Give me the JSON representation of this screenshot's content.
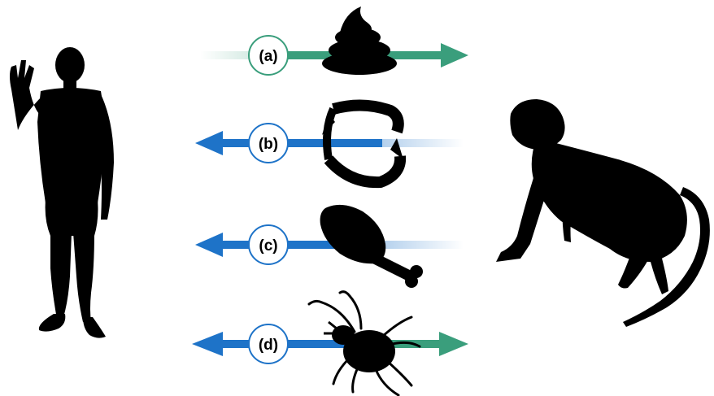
{
  "colors": {
    "green": "#3a9e7c",
    "blue": "#1e73c8",
    "silhouette": "#000000",
    "circle_fill": "#ffffff"
  },
  "figures": {
    "left": "human-silhouette",
    "right": "monkey-silhouette"
  },
  "rows": [
    {
      "label": "(a)",
      "icon": "feces-icon",
      "direction": "human-to-monkey",
      "color": "green"
    },
    {
      "label": "(b)",
      "icon": "bite-jaw-icon",
      "direction": "monkey-to-human",
      "color": "blue"
    },
    {
      "label": "(c)",
      "icon": "meat-leg-icon",
      "direction": "monkey-to-human",
      "color": "blue"
    },
    {
      "label": "(d)",
      "icon": "tick-icon",
      "direction": "bidirectional",
      "color": "blue-and-green"
    }
  ]
}
